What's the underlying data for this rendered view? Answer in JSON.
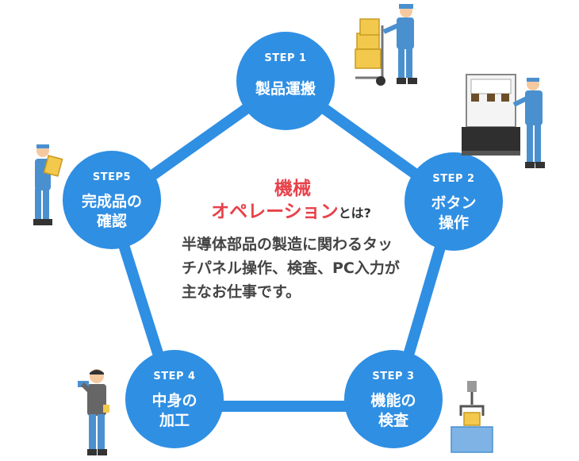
{
  "center": {
    "title_line1": "機械",
    "title_line2": "オペレーション",
    "title_suffix": "とは?",
    "description": "半導体部品の製造に関わるタッチパネル操作、検査、PC入力が主なお仕事です。"
  },
  "steps": [
    {
      "label": "STEP 1",
      "title": "製品運搬"
    },
    {
      "label": "STEP 2",
      "title_line1": "ボタン",
      "title_line2": "操作"
    },
    {
      "label": "STEP 3",
      "title_line1": "機能の",
      "title_line2": "検査"
    },
    {
      "label": "STEP 4",
      "title_line1": "中身の",
      "title_line2": "加工"
    },
    {
      "label": "STEP5",
      "title_line1": "完成品の",
      "title_line2": "確認"
    }
  ],
  "colors": {
    "accent": "#2f8fe3",
    "title_red": "#e8414a",
    "worker_blue": "#4a90cf",
    "box_yellow": "#f2c94c"
  }
}
